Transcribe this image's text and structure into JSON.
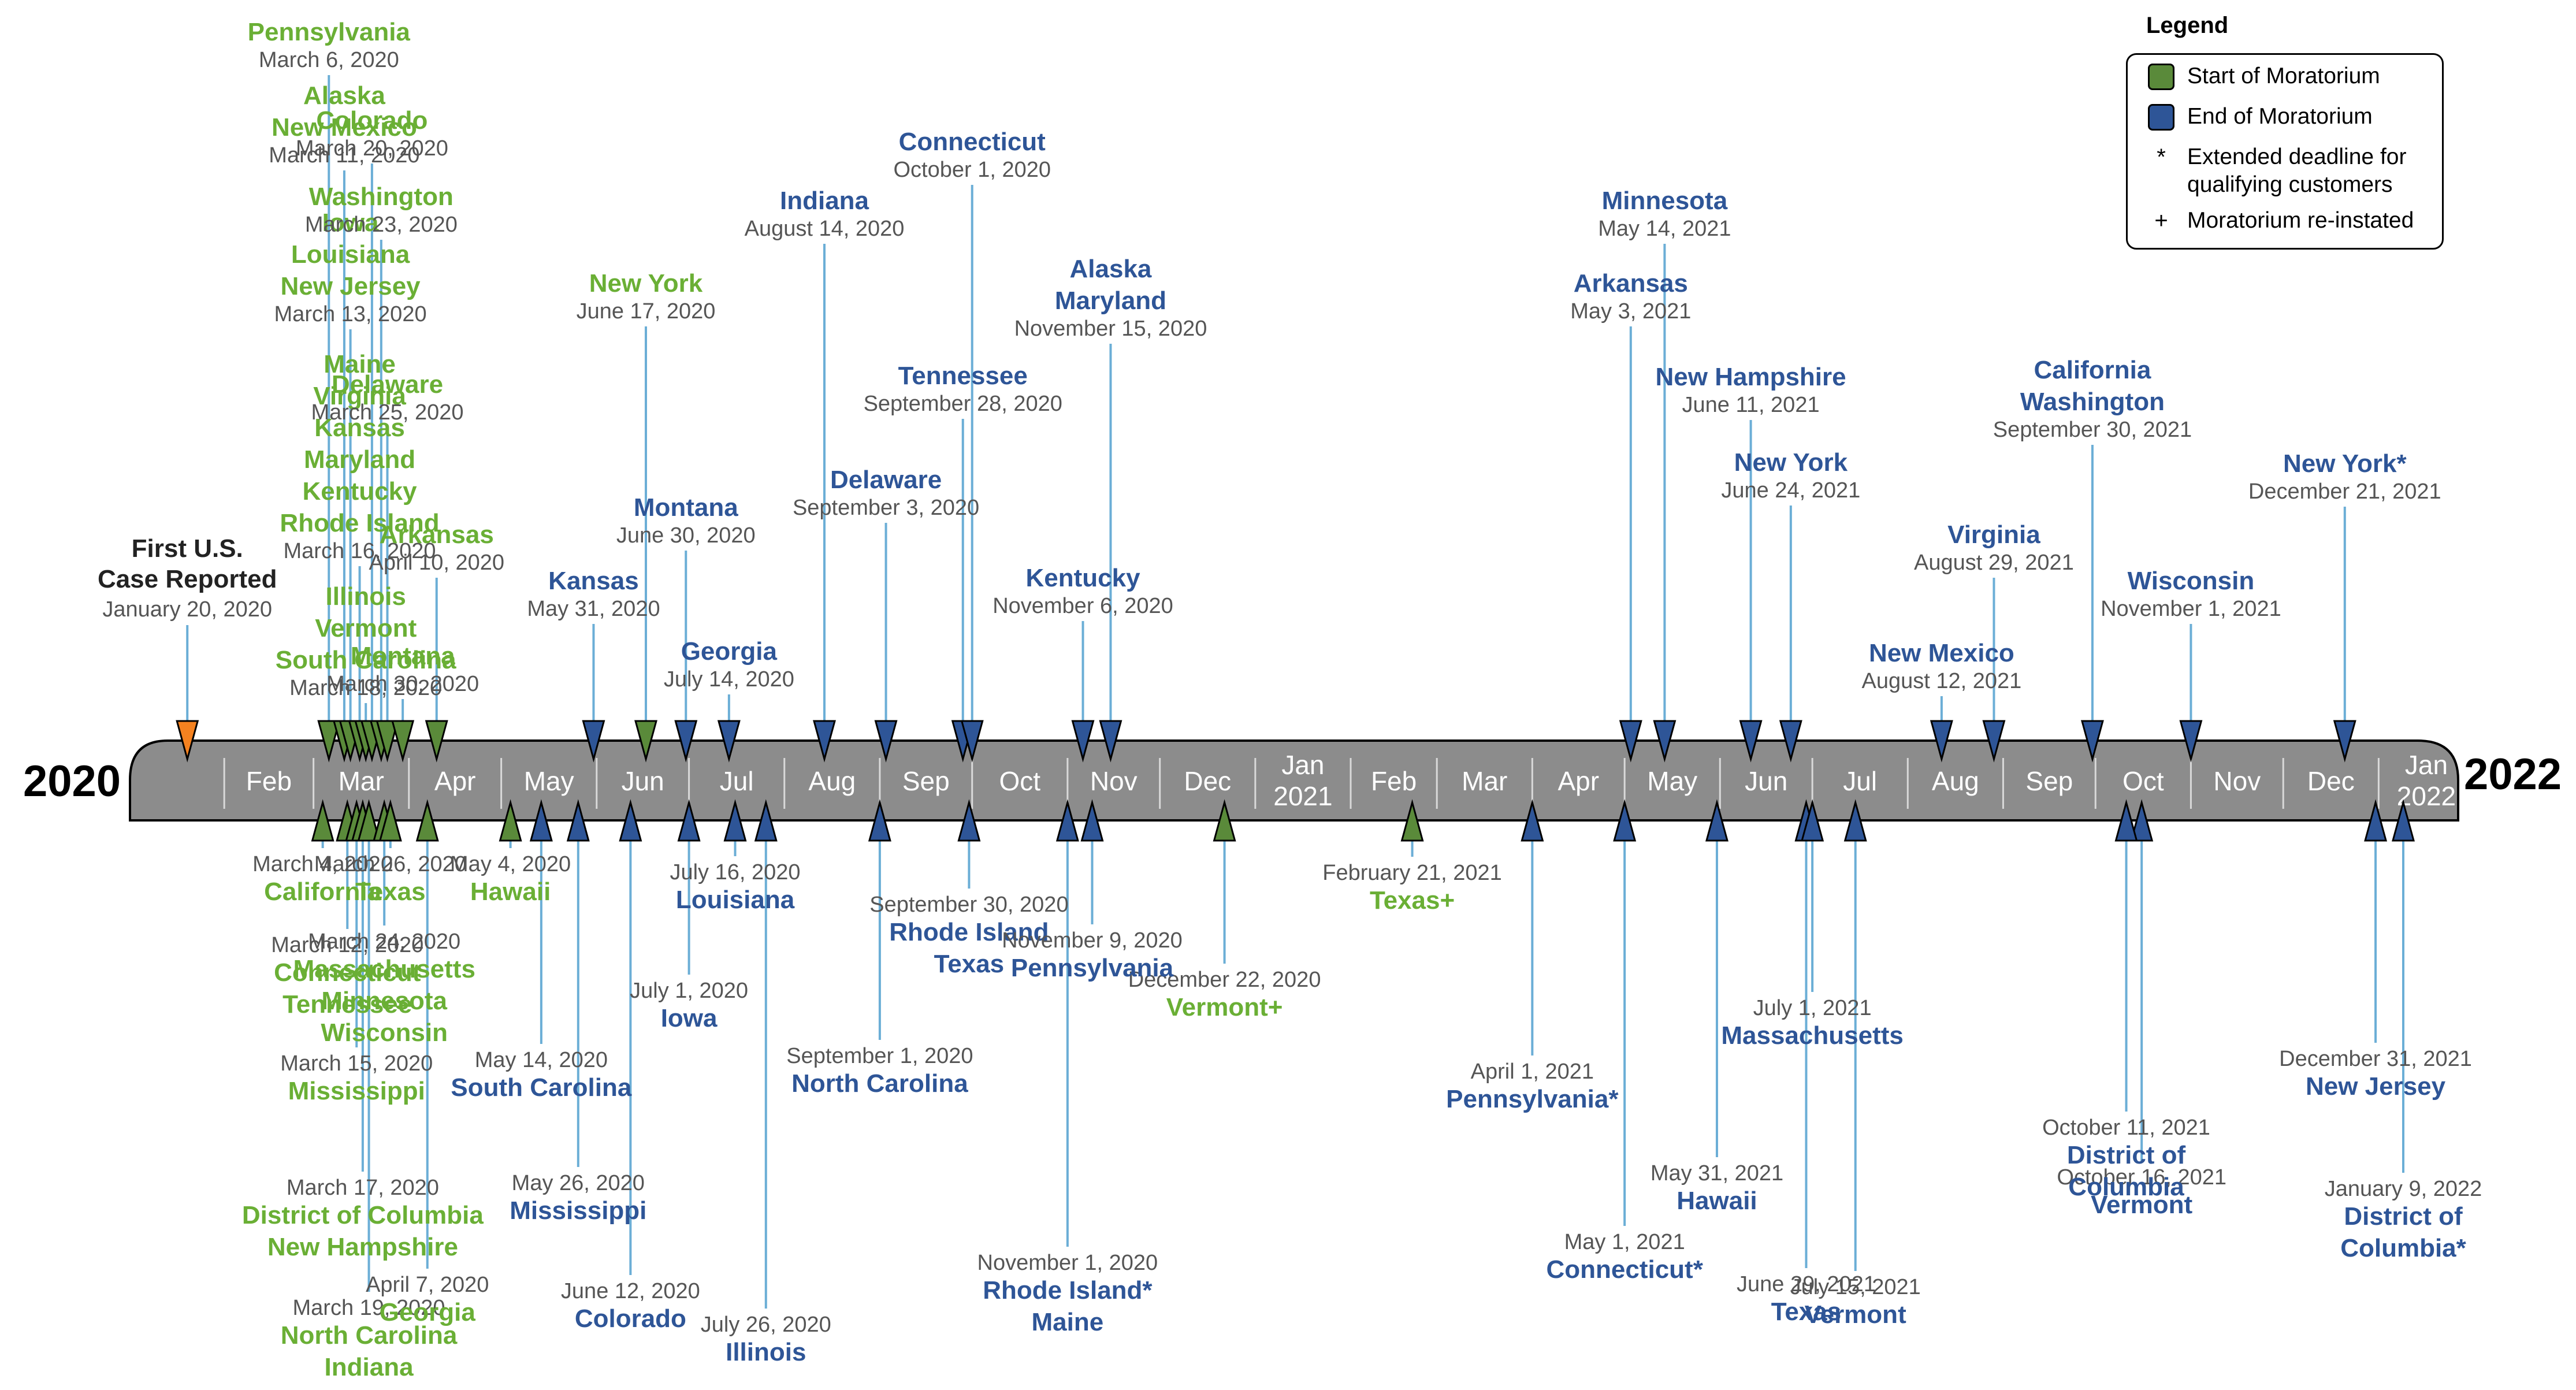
{
  "colors": {
    "start": "#5a8a3a",
    "end": "#2e5597",
    "first": "#f58220",
    "bar": "#8c8c8c",
    "line": "#6baed6",
    "green_text": "#6aaf35",
    "blue_text": "#2e5597"
  },
  "years": {
    "left": "2020",
    "right": "2022"
  },
  "months": [
    "Feb",
    "Mar",
    "Apr",
    "May",
    "Jun",
    "Jul",
    "Aug",
    "Sep",
    "Oct",
    "Nov",
    "Dec",
    "Jan|2021",
    "Feb",
    "Mar",
    "Apr",
    "May",
    "Jun",
    "Jul",
    "Aug",
    "Sep",
    "Oct",
    "Nov",
    "Dec",
    "Jan|2022"
  ],
  "first_case": {
    "names": [
      "First U.S.",
      "Case Reported"
    ],
    "date": "January 20, 2020"
  },
  "legend": {
    "title": "Legend",
    "start": "Start of Moratorium",
    "end": "End of Moratorium",
    "extended_symbol": "*",
    "extended": [
      "Extended deadline for",
      "qualifying customers"
    ],
    "reinstated_symbol": "+",
    "reinstated": "Moratorium re-instated"
  },
  "events": [
    {
      "type": "start",
      "side": "top",
      "names": [
        "Pennsylvania"
      ],
      "date": "March 6, 2020"
    },
    {
      "type": "start",
      "side": "top",
      "names": [
        "Alaska",
        "New Mexico"
      ],
      "date": "March 11, 2020"
    },
    {
      "type": "start",
      "side": "top",
      "names": [
        "Iowa",
        "Louisiana",
        "New Jersey"
      ],
      "date": "March 13, 2020"
    },
    {
      "type": "start",
      "side": "top",
      "names": [
        "Maine",
        "Virginia",
        "Kansas",
        "Maryland",
        "Kentucky",
        "Rhode Island"
      ],
      "date": "March 16, 2020"
    },
    {
      "type": "start",
      "side": "top",
      "names": [
        "Illinois",
        "Vermont",
        "South Carolina"
      ],
      "date": "March 18, 2020"
    },
    {
      "type": "start",
      "side": "top",
      "names": [
        "Colorado"
      ],
      "date": "March 20, 2020"
    },
    {
      "type": "start",
      "side": "top",
      "names": [
        "Washington"
      ],
      "date": "March 23, 2020"
    },
    {
      "type": "start",
      "side": "top",
      "names": [
        "Delaware"
      ],
      "date": "March 25, 2020"
    },
    {
      "type": "start",
      "side": "top",
      "names": [
        "Montana"
      ],
      "date": "March 30, 2020"
    },
    {
      "type": "start",
      "side": "top",
      "names": [
        "Arkansas"
      ],
      "date": "April 10, 2020"
    },
    {
      "type": "start",
      "side": "top",
      "names": [
        "New York"
      ],
      "date": "June 17, 2020"
    },
    {
      "type": "end",
      "side": "top",
      "names": [
        "Kansas"
      ],
      "date": "May 31, 2020"
    },
    {
      "type": "end",
      "side": "top",
      "names": [
        "Montana"
      ],
      "date": "June 30, 2020"
    },
    {
      "type": "end",
      "side": "top",
      "names": [
        "Georgia"
      ],
      "date": "July 14, 2020"
    },
    {
      "type": "end",
      "side": "top",
      "names": [
        "Indiana"
      ],
      "date": "August 14, 2020"
    },
    {
      "type": "end",
      "side": "top",
      "names": [
        "Delaware"
      ],
      "date": "September 3, 2020"
    },
    {
      "type": "end",
      "side": "top",
      "names": [
        "Tennessee"
      ],
      "date": "September 28, 2020"
    },
    {
      "type": "end",
      "side": "top",
      "names": [
        "Connecticut"
      ],
      "date": "October 1, 2020"
    },
    {
      "type": "end",
      "side": "top",
      "names": [
        "Kentucky"
      ],
      "date": "November 6, 2020"
    },
    {
      "type": "end",
      "side": "top",
      "names": [
        "Alaska",
        "Maryland"
      ],
      "date": "November 15, 2020"
    },
    {
      "type": "end",
      "side": "top",
      "names": [
        "Arkansas"
      ],
      "date": "May 3, 2021"
    },
    {
      "type": "end",
      "side": "top",
      "names": [
        "Minnesota"
      ],
      "date": "May 14, 2021"
    },
    {
      "type": "end",
      "side": "top",
      "names": [
        "New Hampshire"
      ],
      "date": "June 11, 2021"
    },
    {
      "type": "end",
      "side": "top",
      "names": [
        "New York"
      ],
      "date": "June 24, 2021"
    },
    {
      "type": "end",
      "side": "top",
      "names": [
        "New Mexico"
      ],
      "date": "August 12, 2021"
    },
    {
      "type": "end",
      "side": "top",
      "names": [
        "Virginia"
      ],
      "date": "August 29, 2021"
    },
    {
      "type": "end",
      "side": "top",
      "names": [
        "California",
        "Washington"
      ],
      "date": "September 30, 2021"
    },
    {
      "type": "end",
      "side": "top",
      "names": [
        "Wisconsin"
      ],
      "date": "November 1, 2021"
    },
    {
      "type": "end",
      "side": "top",
      "names": [
        "New York*"
      ],
      "date": "December 21, 2021"
    },
    {
      "type": "start",
      "side": "bottom",
      "names": [
        "California"
      ],
      "date": "March 4, 2020"
    },
    {
      "type": "start",
      "side": "bottom",
      "names": [
        "Connecticut",
        "Tennessee"
      ],
      "date": "March 12, 2020"
    },
    {
      "type": "start",
      "side": "bottom",
      "names": [
        "Mississippi"
      ],
      "date": "March 15, 2020"
    },
    {
      "type": "start",
      "side": "bottom",
      "names": [
        "District of Columbia",
        "New Hampshire"
      ],
      "date": "March 17, 2020"
    },
    {
      "type": "start",
      "side": "bottom",
      "names": [
        "North Carolina",
        "Indiana"
      ],
      "date": "March 19, 2020"
    },
    {
      "type": "start",
      "side": "bottom",
      "names": [
        "Massachusetts",
        "Minnesota",
        "Wisconsin"
      ],
      "date": "March 24, 2020"
    },
    {
      "type": "start",
      "side": "bottom",
      "names": [
        "Texas"
      ],
      "date": "March 26, 2020"
    },
    {
      "type": "start",
      "side": "bottom",
      "names": [
        "Georgia"
      ],
      "date": "April 7, 2020"
    },
    {
      "type": "start",
      "side": "bottom",
      "names": [
        "Hawaii"
      ],
      "date": "May 4, 2020"
    },
    {
      "type": "start",
      "side": "bottom",
      "names": [
        "Vermont+"
      ],
      "date": "December 22, 2020"
    },
    {
      "type": "start",
      "side": "bottom",
      "names": [
        "Texas+"
      ],
      "date": "February 21, 2021"
    },
    {
      "type": "end",
      "side": "bottom",
      "names": [
        "South Carolina"
      ],
      "date": "May 14, 2020"
    },
    {
      "type": "end",
      "side": "bottom",
      "names": [
        "Mississippi"
      ],
      "date": "May 26, 2020"
    },
    {
      "type": "end",
      "side": "bottom",
      "names": [
        "Iowa"
      ],
      "date": "July 1, 2020"
    },
    {
      "type": "end",
      "side": "bottom",
      "names": [
        "Colorado"
      ],
      "date": "June 12, 2020"
    },
    {
      "type": "end",
      "side": "bottom",
      "names": [
        "Louisiana"
      ],
      "date": "July 16, 2020"
    },
    {
      "type": "end",
      "side": "bottom",
      "names": [
        "Illinois"
      ],
      "date": "July 26, 2020"
    },
    {
      "type": "end",
      "side": "bottom",
      "names": [
        "North Carolina"
      ],
      "date": "September 1, 2020"
    },
    {
      "type": "end",
      "side": "bottom",
      "names": [
        "Rhode Island",
        "Texas"
      ],
      "date": "September 30, 2020"
    },
    {
      "type": "end",
      "side": "bottom",
      "names": [
        "Rhode Island*",
        "Maine"
      ],
      "date": "November 1, 2020"
    },
    {
      "type": "end",
      "side": "bottom",
      "names": [
        "Vermont"
      ],
      "date": "October 16, 2021"
    },
    {
      "type": "end",
      "side": "bottom",
      "names": [
        "Pennsylvania"
      ],
      "date": "November 9, 2020"
    },
    {
      "type": "end",
      "side": "bottom",
      "names": [
        "Pennsylvania*"
      ],
      "date": "April 1, 2021"
    },
    {
      "type": "end",
      "side": "bottom",
      "names": [
        "Connecticut*"
      ],
      "date": "May 1, 2021"
    },
    {
      "type": "end",
      "side": "bottom",
      "names": [
        "Hawaii"
      ],
      "date": "May 31, 2021"
    },
    {
      "type": "end",
      "side": "bottom",
      "names": [
        "Texas"
      ],
      "date": "June 29, 2021"
    },
    {
      "type": "end",
      "side": "bottom",
      "names": [
        "Massachusetts"
      ],
      "date": "July 1, 2021"
    },
    {
      "type": "end",
      "side": "bottom",
      "names": [
        "Vermont"
      ],
      "date": "July 15, 2021"
    },
    {
      "type": "end",
      "side": "bottom",
      "names": [
        "District of",
        "Columbia"
      ],
      "date": "October 11, 2021"
    },
    {
      "type": "end",
      "side": "bottom",
      "names": [
        "New Jersey"
      ],
      "date": "December 31, 2021"
    },
    {
      "type": "end",
      "side": "bottom",
      "names": [
        "District of",
        "Columbia*"
      ],
      "date": "January 9, 2022"
    }
  ]
}
